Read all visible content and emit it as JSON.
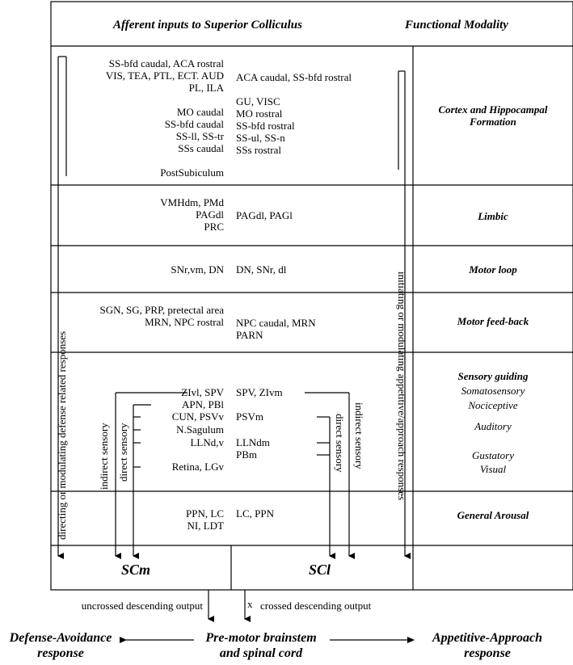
{
  "header": {
    "left_title": "Afferent inputs to Superior Colliculus",
    "right_title": "Functional Modality"
  },
  "rows": {
    "cortex": {
      "left": "SS-bfd caudal, ACA rostral\nVIS, TEA, PTL, ECT. AUD\nPL, ILA\n\nMO caudal\nSS-bfd caudal\nSS-ll, SS-tr\nSSs caudal\n\nPostSubiculum",
      "right": "ACA caudal, SS-bfd rostral\n\nGU, VISC\nMO rostral\nSS-bfd rostral\nSS-ul, SS-n\nSSs rostral",
      "modality": "Cortex and Hippocampal\nFormation"
    },
    "limbic": {
      "left": "VMHdm, PMd\nPAGdl\nPRC",
      "right": "PAGdl, PAGl",
      "modality": "Limbic"
    },
    "motor_loop": {
      "left": "SNr,vm, DN",
      "right": "DN, SNr, dl",
      "modality": "Motor loop"
    },
    "motor_feedback": {
      "left": "SGN, SG, PRP, pretectal area\nMRN, NPC rostral",
      "right": "NPC caudal, MRN\nPARN",
      "modality": "Motor feed-back"
    },
    "sensory": {
      "left_items": [
        "ZIvl, SPV",
        "APN, PBl",
        "CUN, PSVv",
        "N.Sagulum",
        "LLNd,v",
        "Retina, LGv"
      ],
      "right_items": [
        "SPV, ZIvm",
        "PSVm",
        "LLNdm",
        "PBm"
      ],
      "modality_title": "Sensory guiding",
      "modalities": [
        "Somatosensory",
        "Nociceptive",
        "Auditory",
        "Gustatory",
        "Visual"
      ]
    },
    "arousal": {
      "left": "PPN, LC\nNI, LDT",
      "right": "LC, PPN",
      "modality": "General Arousal"
    }
  },
  "vertical_labels": {
    "left_main": "directing or modulating defense related responses",
    "right_main": "initiating or modulating appetitive/approach responses",
    "indirect_left": "indirect sensory",
    "direct_left": "direct sensory",
    "direct_right": "direct sensory",
    "indirect_right": "indirect sensory"
  },
  "targets": {
    "scm": "SCm",
    "scl": "SCl"
  },
  "outputs": {
    "uncrossed": "uncrossed descending output",
    "crossed_mark": "x",
    "crossed": "crossed descending output"
  },
  "bottom": {
    "left": "Defense-Avoidance\nresponse",
    "center": "Pre-motor brainstem\nand spinal cord",
    "right": "Appetitive-Approach\nresponse"
  }
}
